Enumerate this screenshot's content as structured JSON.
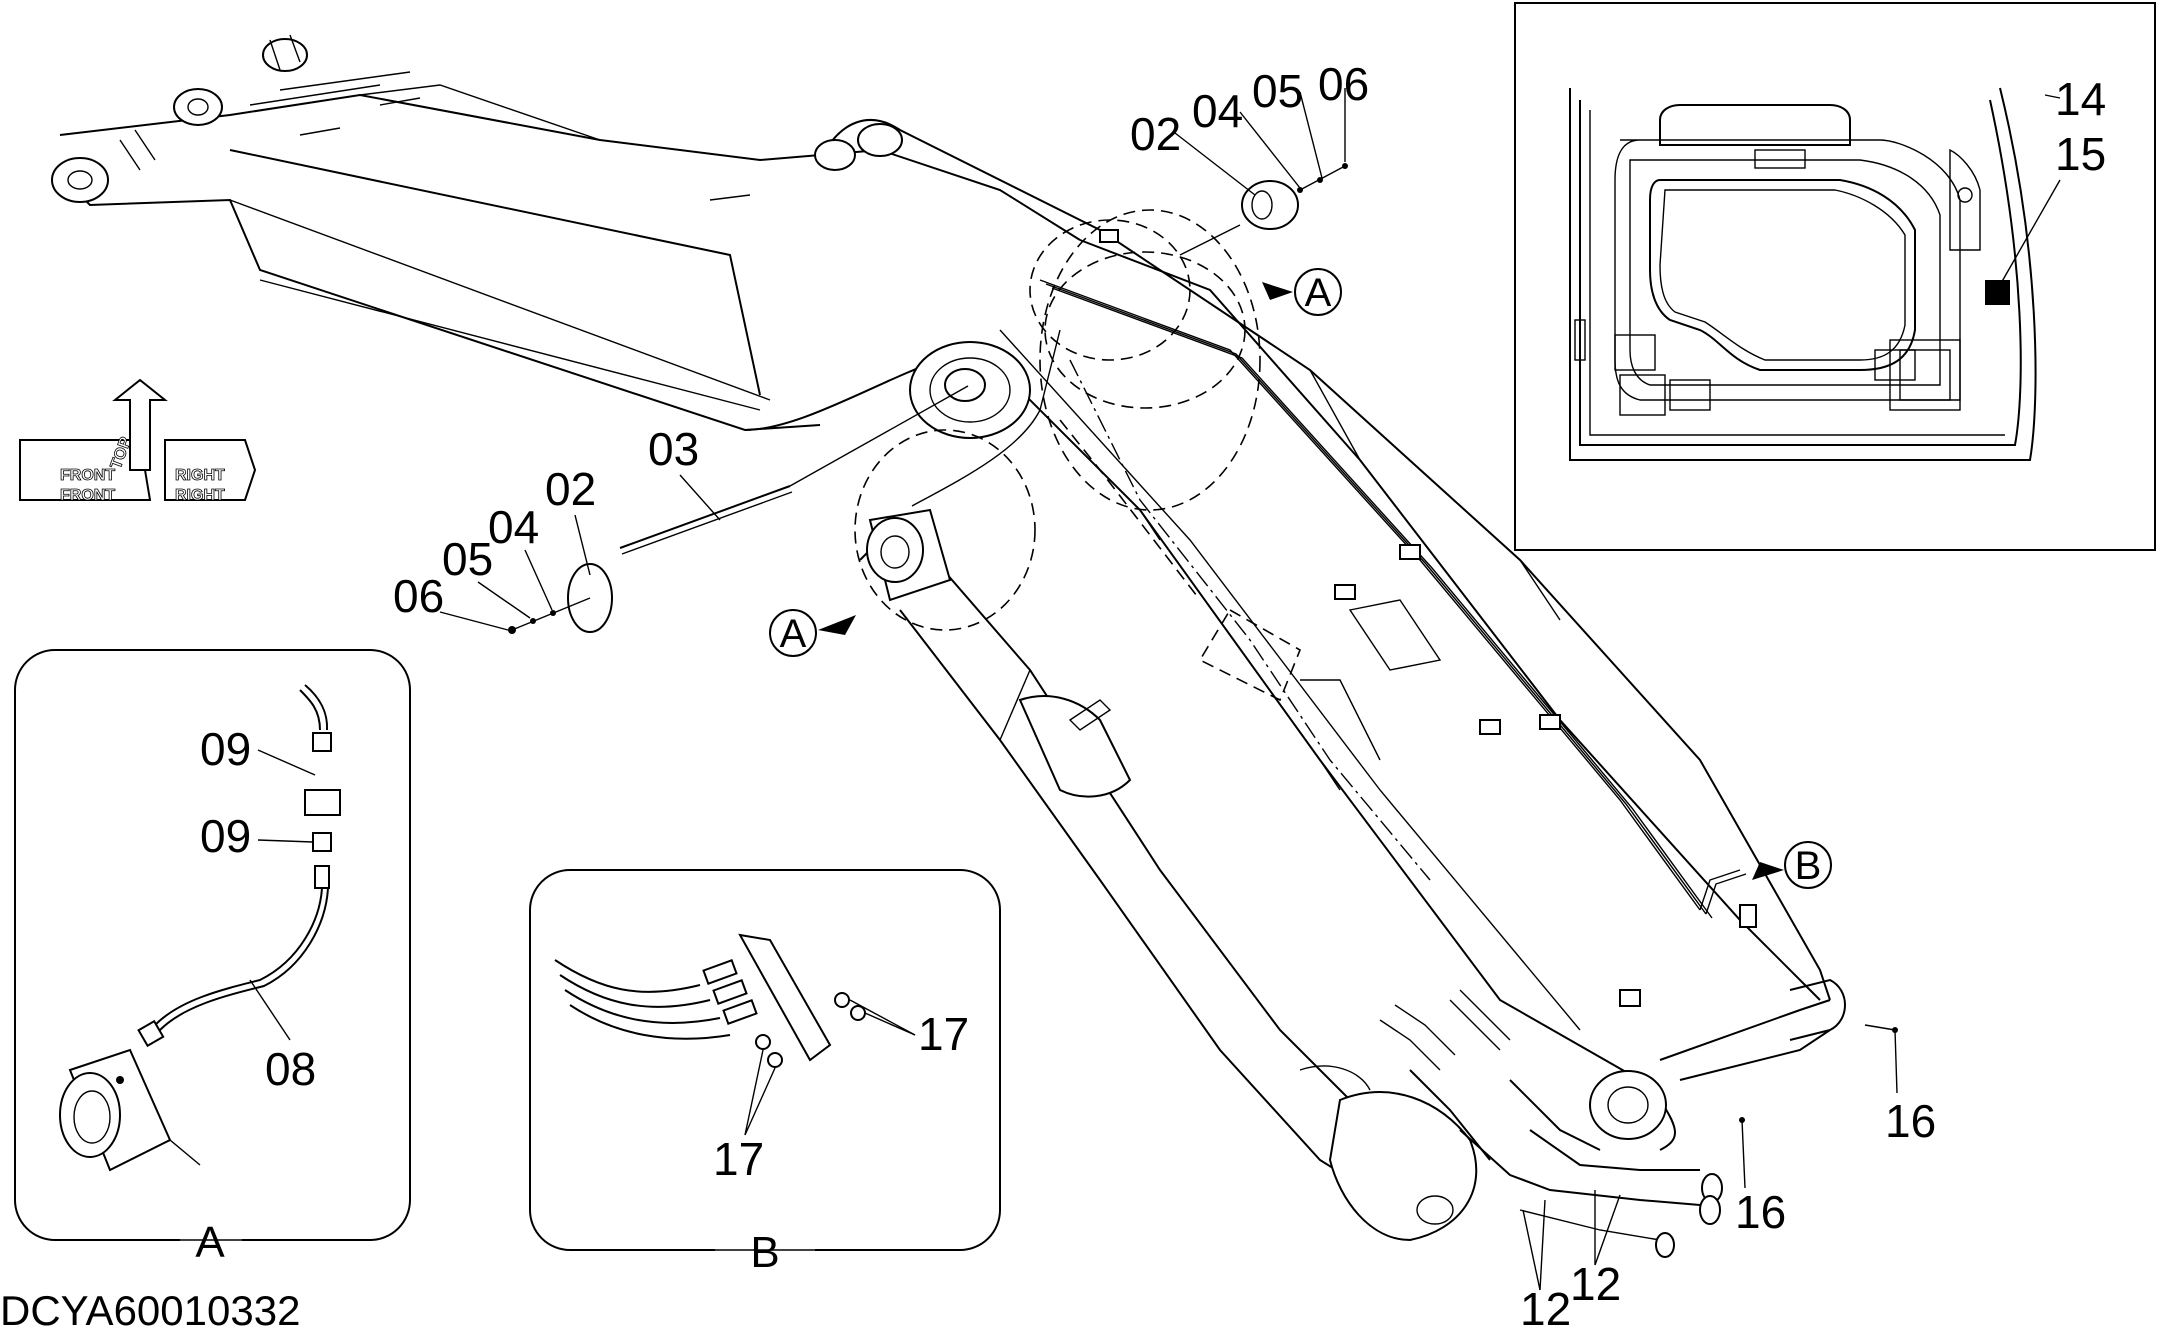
{
  "document_code": "DCYA60010332",
  "orientation_labels": {
    "front_1": "FRONT",
    "front_2": "FRONT",
    "top": "TOP",
    "right_1": "RIGHT",
    "right_2": "RIGHT"
  },
  "detail_refs": {
    "a_main_1": "A",
    "a_main_2": "A",
    "b_main": "B"
  },
  "detail_captions": {
    "a": "A",
    "b": "B"
  },
  "callouts": {
    "c02_top": "02",
    "c04_top": "04",
    "c05_top": "05",
    "c06_top": "06",
    "c02_left": "02",
    "c03": "03",
    "c04_left": "04",
    "c05_left": "05",
    "c06_left": "06",
    "c09_upper": "09",
    "c09_lower": "09",
    "c08": "08",
    "c17_right": "17",
    "c17_bottom": "17",
    "c14": "14",
    "c15": "15",
    "c16_right": "16",
    "c16_bottom": "16",
    "c12_left": "12",
    "c12_right": "12"
  }
}
